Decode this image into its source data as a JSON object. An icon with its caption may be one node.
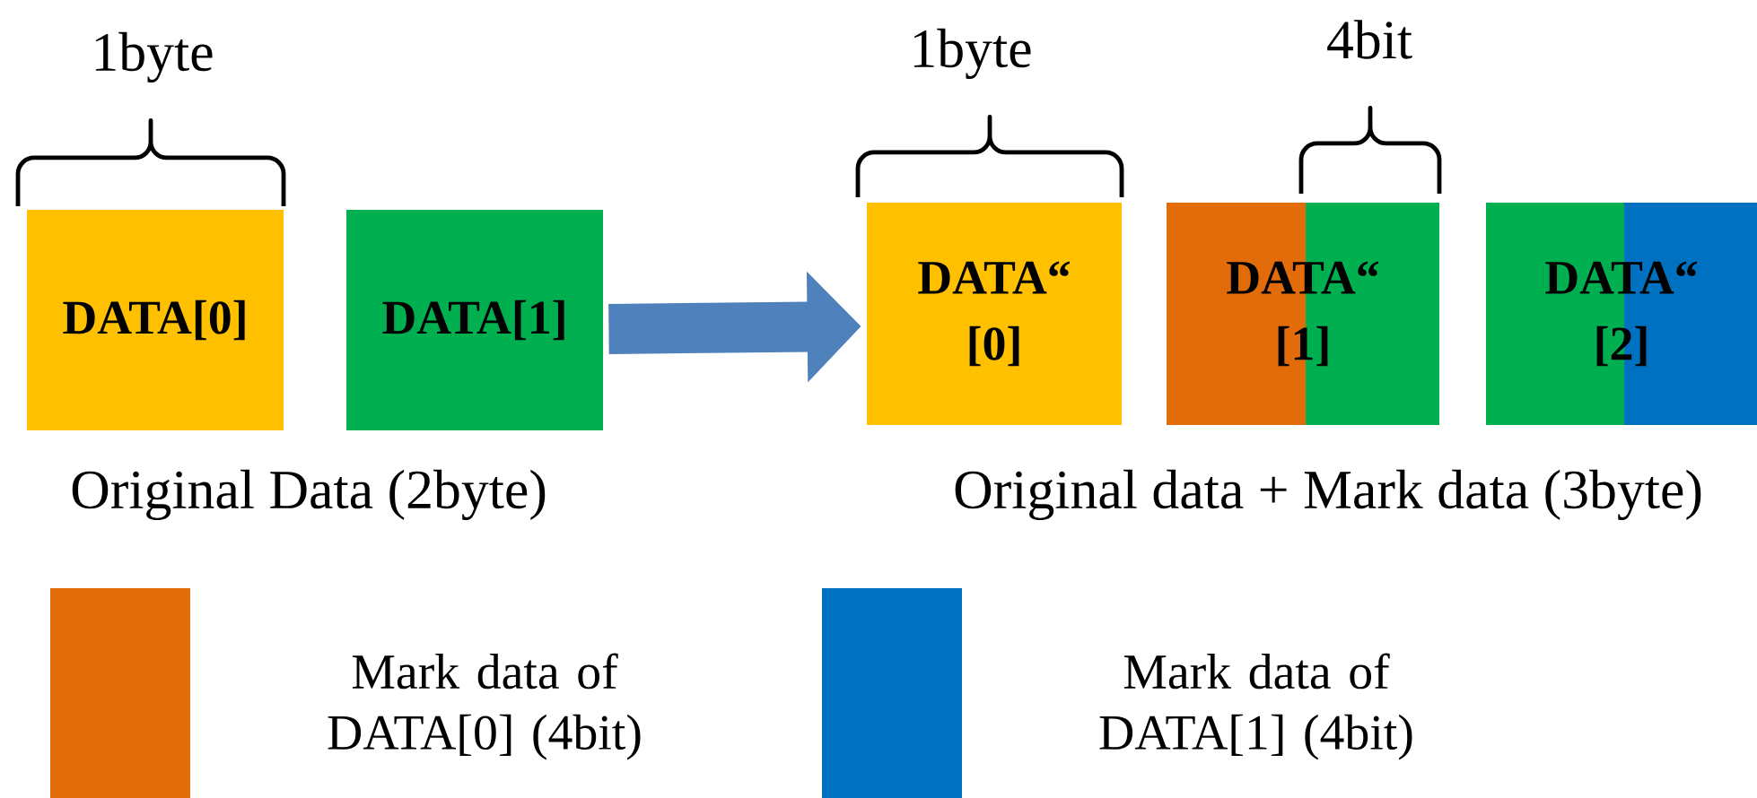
{
  "diagram": {
    "nodes": [
      {
        "text": [
          "DATA[0]"
        ]
      },
      {
        "text": [
          "DATA[1]"
        ]
      },
      {
        "text": [
          "DATA“ [0]"
        ]
      },
      {
        "text": [
          "DATA“ [1]"
        ]
      },
      {
        "text": [
          "DATA“ [2]"
        ]
      }
    ],
    "edges": [
      {
        "from": 1,
        "to": 2,
        "arrow": "to"
      }
    ],
    "labels": [
      "1byte",
      "1byte",
      "4bit",
      "Original Data (2byte)",
      "Original data + Mark data (3byte)"
    ],
    "legend": [
      {
        "text": "Mark data of DATA[0] (4bit)",
        "color": "#e36c0a"
      },
      {
        "text": "Mark data of DATA[1] (4bit)",
        "color": "#0070c0"
      }
    ]
  }
}
